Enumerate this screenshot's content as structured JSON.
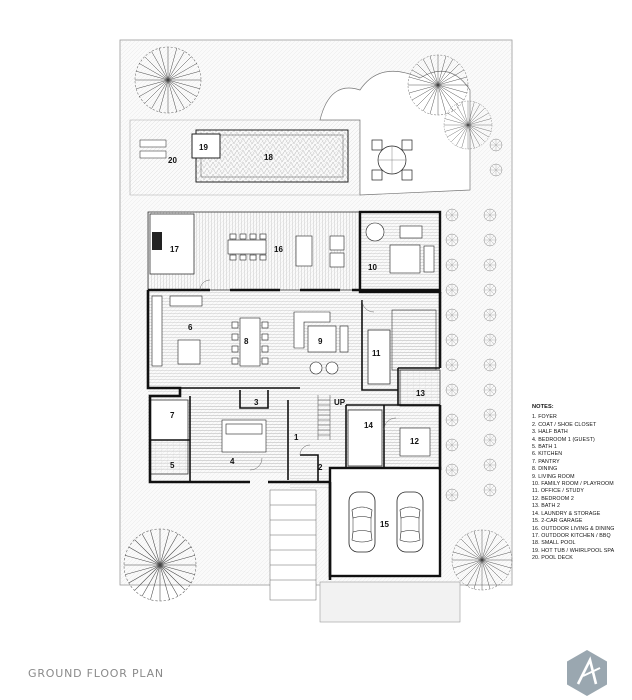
{
  "title": "GROUND FLOOR PLAN",
  "notes_heading": "NOTES:",
  "up_label": "UP",
  "legend": [
    "1. FOYER",
    "2. COAT / SHOE CLOSET",
    "3. HALF BATH",
    "4. BEDROOM 1 (GUEST)",
    "5. BATH 1",
    "6. KITCHEN",
    "7. PANTRY",
    "8. DINING",
    "9. LIVING ROOM",
    "10. FAMILY ROOM / PLAYROOM",
    "11. OFFICE / STUDY",
    "12. BEDROOM 2",
    "13. BATH 2",
    "14. LAUNDRY & STORAGE",
    "15. 2-CAR GARAGE",
    "16. OUTDOOR LIVING & DINING",
    "17. OUTDOOR KITCHEN / BBQ",
    "18. SMALL POOL",
    "19. HOT TUB / WHIRLPOOL SPA",
    "20. POOL DECK"
  ],
  "room_numbers": [
    "1",
    "2",
    "3",
    "4",
    "5",
    "6",
    "7",
    "8",
    "9",
    "10",
    "11",
    "12",
    "13",
    "14",
    "15",
    "16",
    "17",
    "18",
    "19",
    "20"
  ],
  "colors": {
    "wall": "#111111",
    "line": "#555555",
    "site": "#f4f4f4",
    "logo": "#9aa7b0"
  },
  "icons": [
    "tree-icon",
    "car-icon",
    "logo-icon"
  ]
}
